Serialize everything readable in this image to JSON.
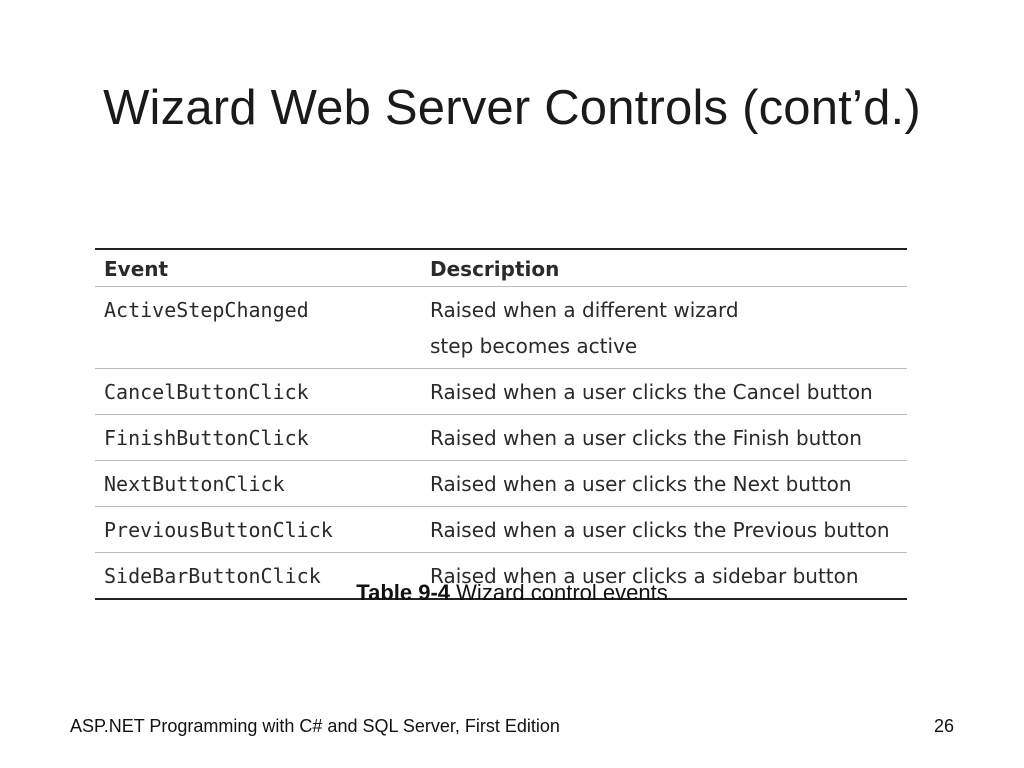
{
  "slide": {
    "title": "Wizard Web Server Controls (cont’d.)"
  },
  "table": {
    "headers": {
      "event": "Event",
      "description": "Description"
    },
    "rows": [
      {
        "event": "ActiveStepChanged",
        "description": "Raised when a different wizard step becomes active"
      },
      {
        "event": "CancelButtonClick",
        "description": "Raised when a user clicks the Cancel button"
      },
      {
        "event": "FinishButtonClick",
        "description": "Raised when a user clicks the Finish button"
      },
      {
        "event": "NextButtonClick",
        "description": "Raised when a user clicks the Next button"
      },
      {
        "event": "PreviousButtonClick",
        "description": "Raised when a user clicks the Previous button"
      },
      {
        "event": "SideBarButtonClick",
        "description": "Raised when a user clicks a sidebar button"
      }
    ]
  },
  "caption": {
    "label": "Table 9-4",
    "text": "Wizard control events"
  },
  "footer": {
    "left": "ASP.NET Programming with C# and SQL Server, First Edition",
    "page_number": "26"
  }
}
